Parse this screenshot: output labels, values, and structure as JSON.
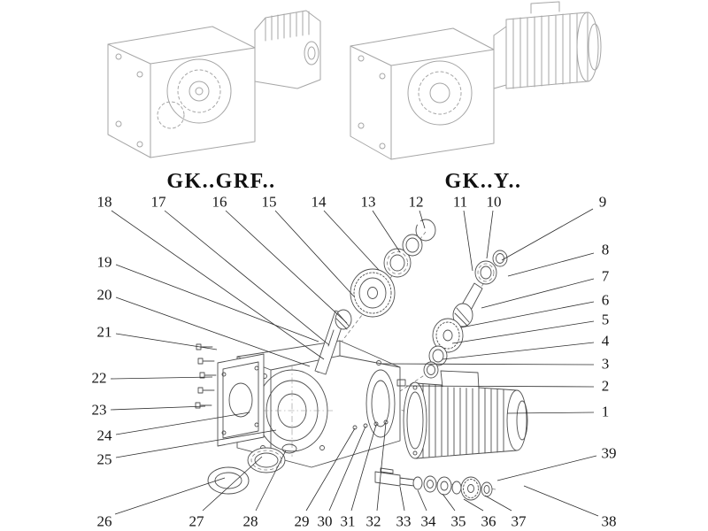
{
  "variants": [
    {
      "id": "grf",
      "label": "GK..GRF.."
    },
    {
      "id": "y",
      "label": "GK..Y.."
    }
  ],
  "colors": {
    "background": "#ffffff",
    "light_line_art": "#a6a6a6",
    "dark_line_art": "#4f4f4f",
    "leader_line": "#2e2e2e",
    "callout_text": "#151515"
  },
  "callouts": [
    {
      "n": "18",
      "label": [
        118,
        228
      ],
      "line": [
        126,
        238,
        366,
        406
      ]
    },
    {
      "n": "17",
      "label": [
        179,
        228
      ],
      "line": [
        186,
        238,
        372,
        390
      ]
    },
    {
      "n": "16",
      "label": [
        248,
        228
      ],
      "line": [
        255,
        238,
        392,
        365
      ]
    },
    {
      "n": "15",
      "label": [
        304,
        228
      ],
      "line": [
        311,
        238,
        400,
        335
      ]
    },
    {
      "n": "14",
      "label": [
        360,
        228
      ],
      "line": [
        366,
        238,
        428,
        305
      ]
    },
    {
      "n": "13",
      "label": [
        416,
        228
      ],
      "line": [
        421,
        238,
        452,
        285
      ]
    },
    {
      "n": "12",
      "label": [
        470,
        228
      ],
      "line": [
        474,
        238,
        480,
        258
      ]
    },
    {
      "n": "11",
      "label": [
        520,
        228
      ],
      "line": [
        524,
        238,
        534,
        306
      ]
    },
    {
      "n": "10",
      "label": [
        558,
        228
      ],
      "line": [
        557,
        238,
        550,
        292
      ]
    },
    {
      "n": "9",
      "label": [
        681,
        228
      ],
      "line": [
        670,
        236,
        567,
        294
      ]
    },
    {
      "n": "8",
      "label": [
        684,
        282
      ],
      "line": [
        671,
        286,
        574,
        312
      ]
    },
    {
      "n": "7",
      "label": [
        684,
        312
      ],
      "line": [
        671,
        315,
        544,
        348
      ]
    },
    {
      "n": "6",
      "label": [
        684,
        339
      ],
      "line": [
        671,
        341,
        521,
        370
      ]
    },
    {
      "n": "5",
      "label": [
        684,
        361
      ],
      "line": [
        671,
        363,
        511,
        388
      ]
    },
    {
      "n": "4",
      "label": [
        684,
        385
      ],
      "line": [
        671,
        387,
        500,
        406
      ]
    },
    {
      "n": "3",
      "label": [
        684,
        411
      ],
      "line": [
        671,
        412,
        431,
        411
      ]
    },
    {
      "n": "2",
      "label": [
        684,
        436
      ],
      "line": [
        671,
        437,
        459,
        436
      ]
    },
    {
      "n": "1",
      "label": [
        684,
        465
      ],
      "line": [
        671,
        466,
        573,
        467
      ]
    },
    {
      "n": "39",
      "label": [
        688,
        512
      ],
      "line": [
        674,
        515,
        562,
        543
      ]
    },
    {
      "n": "38",
      "label": [
        688,
        589
      ],
      "line": [
        676,
        583,
        592,
        549
      ]
    },
    {
      "n": "19",
      "label": [
        118,
        296
      ],
      "line": [
        131,
        299,
        360,
        386
      ]
    },
    {
      "n": "20",
      "label": [
        118,
        333
      ],
      "line": [
        131,
        336,
        350,
        414
      ]
    },
    {
      "n": "21",
      "label": [
        118,
        375
      ],
      "line": [
        131,
        377,
        245,
        395
      ]
    },
    {
      "n": "22",
      "label": [
        112,
        427
      ],
      "line": [
        125,
        428,
        240,
        426
      ]
    },
    {
      "n": "23",
      "label": [
        112,
        463
      ],
      "line": [
        125,
        463,
        232,
        459
      ]
    },
    {
      "n": "24",
      "label": [
        118,
        492
      ],
      "line": [
        131,
        491,
        282,
        466
      ]
    },
    {
      "n": "25",
      "label": [
        118,
        519
      ],
      "line": [
        131,
        517,
        312,
        486
      ]
    },
    {
      "n": "26",
      "label": [
        118,
        589
      ],
      "line": [
        130,
        581,
        254,
        540
      ]
    },
    {
      "n": "27",
      "label": [
        222,
        589
      ],
      "line": [
        229,
        577,
        296,
        516
      ]
    },
    {
      "n": "28",
      "label": [
        283,
        589
      ],
      "line": [
        289,
        577,
        323,
        509
      ]
    },
    {
      "n": "29",
      "label": [
        341,
        589
      ],
      "line": [
        346,
        577,
        401,
        484
      ]
    },
    {
      "n": "30",
      "label": [
        367,
        589
      ],
      "line": [
        372,
        577,
        413,
        482
      ]
    },
    {
      "n": "31",
      "label": [
        393,
        589
      ],
      "line": [
        397,
        577,
        425,
        480
      ]
    },
    {
      "n": "32",
      "label": [
        422,
        589
      ],
      "line": [
        426,
        577,
        436,
        478
      ]
    },
    {
      "n": "33",
      "label": [
        456,
        589
      ],
      "line": [
        457,
        577,
        452,
        550
      ]
    },
    {
      "n": "34",
      "label": [
        484,
        589
      ],
      "line": [
        482,
        577,
        472,
        554
      ]
    },
    {
      "n": "35",
      "label": [
        518,
        589
      ],
      "line": [
        514,
        577,
        500,
        558
      ]
    },
    {
      "n": "36",
      "label": [
        552,
        589
      ],
      "line": [
        546,
        577,
        524,
        564
      ]
    },
    {
      "n": "37",
      "label": [
        586,
        589
      ],
      "line": [
        578,
        577,
        548,
        560
      ]
    }
  ]
}
